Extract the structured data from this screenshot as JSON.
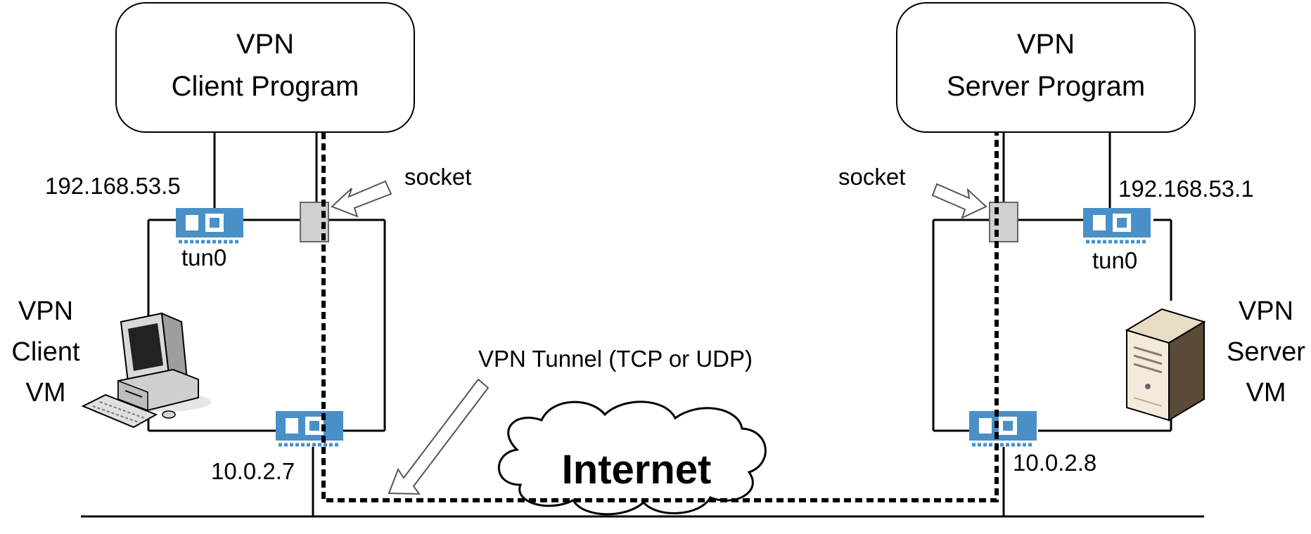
{
  "client": {
    "program_line1": "VPN",
    "program_line2": "Client Program",
    "tun_ip": "192.168.53.5",
    "tun_name": "tun0",
    "socket_label": "socket",
    "eth_ip": "10.0.2.7",
    "vm_line1": "VPN",
    "vm_line2": "Client",
    "vm_line3": "VM"
  },
  "server": {
    "program_line1": "VPN",
    "program_line2": "Server Program",
    "tun_ip": "192.168.53.1",
    "tun_name": "tun0",
    "socket_label": "socket",
    "eth_ip": "10.0.2.8",
    "vm_line1": "VPN",
    "vm_line2": "Server",
    "vm_line3": "VM"
  },
  "tunnel_label": "VPN Tunnel (TCP or UDP)",
  "internet_label": "Internet",
  "colors": {
    "nic_card": "#4a90c8",
    "socket_box": "#d0d0d0",
    "line": "#000000"
  }
}
